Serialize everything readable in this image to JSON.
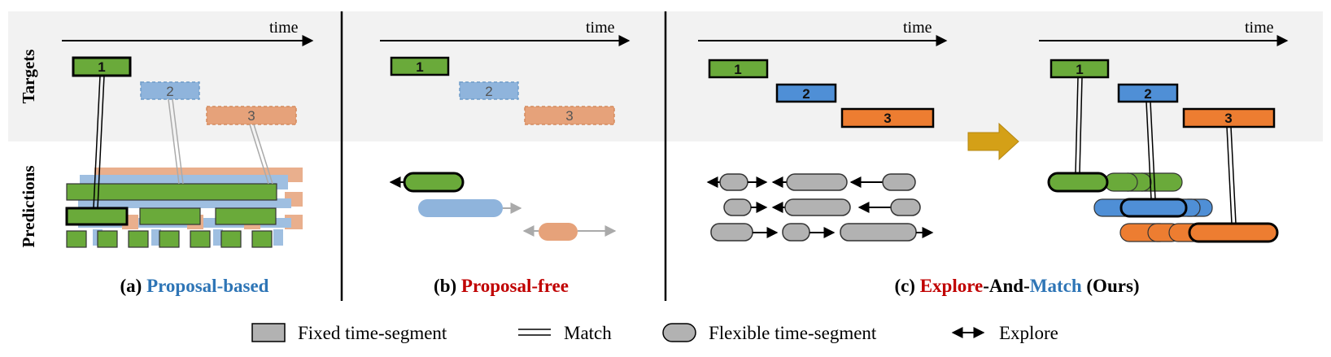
{
  "row_labels": {
    "targets": "Targets",
    "predictions": "Predictions"
  },
  "axis": {
    "time_label": "time"
  },
  "segments": {
    "one": "1",
    "two": "2",
    "three": "3"
  },
  "captions": {
    "a": {
      "prefix": "(a) ",
      "name": "Proposal-based"
    },
    "b": {
      "prefix": "(b) ",
      "name": "Proposal-free"
    },
    "c": {
      "prefix": "(c) ",
      "explore": "Explore",
      "dash1": "-And-",
      "match": "Match",
      "suffix": " (Ours)"
    }
  },
  "legend": {
    "fixed": "Fixed time-segment",
    "match": "Match",
    "flexible": "Flexible time-segment",
    "explore": "Explore"
  },
  "colors": {
    "green": "#6aaa3a",
    "blue": "#4f8fd6",
    "orange": "#ed7d31",
    "faded_blue": "#8fb4dc",
    "faded_orange": "#e6a27a",
    "gray": "#b2b2b2",
    "caption_blue": "#2e75b6",
    "caption_red": "#c00000",
    "band": "#f2f2f2",
    "arrow_gold": "#d4a017"
  }
}
